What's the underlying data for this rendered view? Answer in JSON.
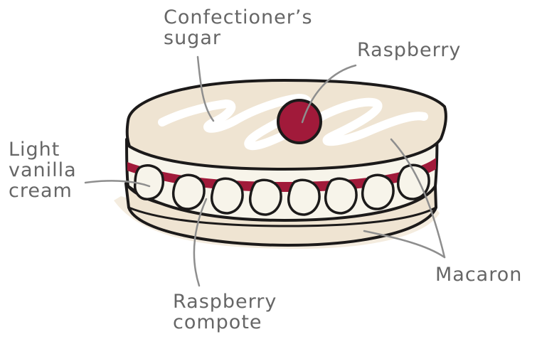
{
  "labels": {
    "confectioners_sugar": [
      "Confectioner’s",
      "sugar"
    ],
    "raspberry": "Raspberry",
    "light_vanilla_cream": [
      "Light",
      "vanilla",
      "cream"
    ],
    "raspberry_compote": [
      "Raspberry",
      "compote"
    ],
    "macaron": "Macaron"
  },
  "colors": {
    "outline": "#1c1a1a",
    "macaron_shell": "#efe4d2",
    "cream": "#f7f4ea",
    "raspberry": "#a11a3a",
    "leader": "#8e8e8e",
    "label_text": "#666666"
  }
}
